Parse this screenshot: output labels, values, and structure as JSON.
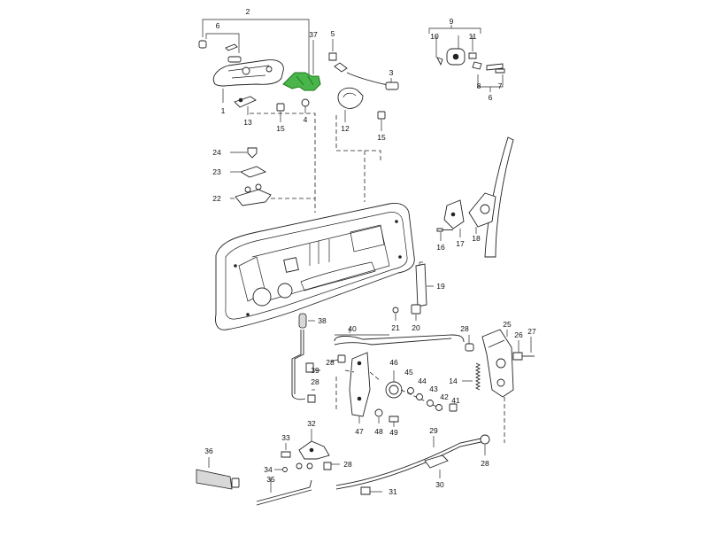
{
  "diagram": {
    "highlight_color": "#4ab54a",
    "callouts": {
      "c1": "1",
      "c2": "2",
      "c3": "3",
      "c4": "4",
      "c5": "5",
      "c6a": "6",
      "c6b": "6",
      "c7": "7",
      "c8": "8",
      "c9": "9",
      "c10": "10",
      "c11": "11",
      "c12": "12",
      "c13": "13",
      "c14": "14",
      "c15a": "15",
      "c15b": "15",
      "c16": "16",
      "c17": "17",
      "c18": "18",
      "c19": "19",
      "c20": "20",
      "c21": "21",
      "c22": "22",
      "c23": "23",
      "c24": "24",
      "c25": "25",
      "c26": "26",
      "c27": "27",
      "c28a": "28",
      "c28b": "28",
      "c28c": "28",
      "c28d": "28",
      "c28e": "28",
      "c29": "29",
      "c30": "30",
      "c31": "31",
      "c32": "32",
      "c33": "33",
      "c34": "34",
      "c35": "35",
      "c36": "36",
      "c37": "37",
      "c38": "38",
      "c39": "39",
      "c40": "40",
      "c41": "41",
      "c42": "42",
      "c43": "43",
      "c44": "44",
      "c45": "45",
      "c46": "46",
      "c47": "47",
      "c48": "48",
      "c49": "49"
    }
  }
}
